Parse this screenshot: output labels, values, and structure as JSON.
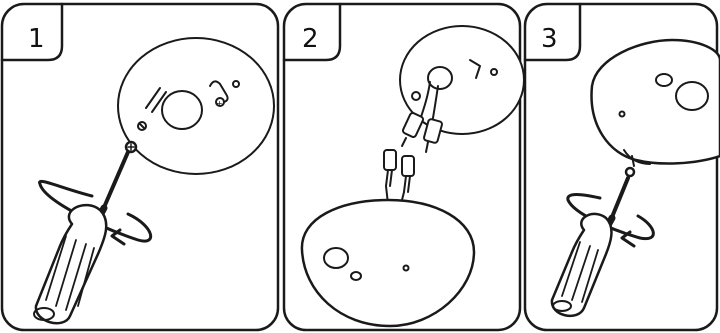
{
  "panels": [
    {
      "step": "1"
    },
    {
      "step": "2"
    },
    {
      "step": "3"
    }
  ]
}
